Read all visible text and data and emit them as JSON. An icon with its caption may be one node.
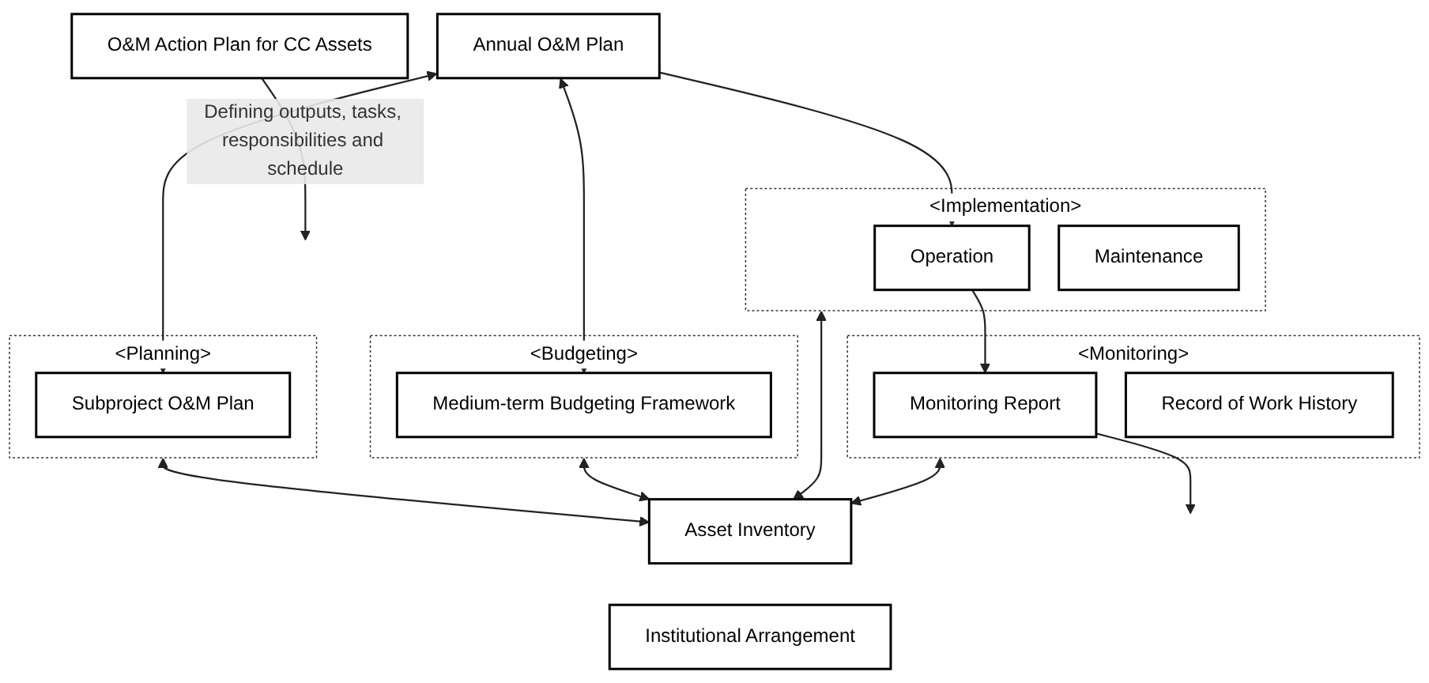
{
  "diagram": {
    "nodes": [
      {
        "text": [
          "O&M Action Plan for CC Assets"
        ]
      },
      {
        "text": [
          "<Planning>"
        ]
      },
      {
        "text": [
          "<Budgeting>"
        ]
      },
      {
        "text": [
          "<Implementation>"
        ]
      },
      {
        "text": [
          "<Monitoring>"
        ]
      },
      {
        "text": [
          "Annual O&M Plan"
        ]
      },
      {
        "text": [
          "Subproject O&M Plan"
        ],
        "in": 1
      },
      {
        "text": [
          "Medium-term Budgeting Framework"
        ],
        "in": 2
      },
      {
        "text": [
          "Operation"
        ],
        "in": 3
      },
      {
        "text": [
          "Maintenance"
        ],
        "in": 3
      },
      {
        "text": [
          "Monitoring Report"
        ],
        "in": 4
      },
      {
        "text": [
          "Record of Work History"
        ],
        "in": 4
      },
      {
        "text": [
          "Asset Inventory"
        ]
      },
      {
        "text": [
          "Institutional Arrangement"
        ]
      }
    ],
    "edges": [
      {
        "from": 0,
        "to": null,
        "arrow": "to",
        "label": "Defining outputs, tasks, responsibilities and schedule"
      },
      {
        "from": 5,
        "to": 6,
        "arrow": "both"
      },
      {
        "from": 5,
        "to": 7,
        "arrow": "both"
      },
      {
        "from": 5,
        "to": 8,
        "arrow": "to"
      },
      {
        "from": 8,
        "to": 10,
        "arrow": "to"
      },
      {
        "from": 10,
        "to": null,
        "arrow": "to"
      },
      {
        "from": 1,
        "to": 12,
        "arrow": "both"
      },
      {
        "from": 2,
        "to": 12,
        "arrow": "both"
      },
      {
        "from": 3,
        "to": 12,
        "arrow": "both"
      },
      {
        "from": 4,
        "to": 12,
        "arrow": "both"
      }
    ]
  }
}
